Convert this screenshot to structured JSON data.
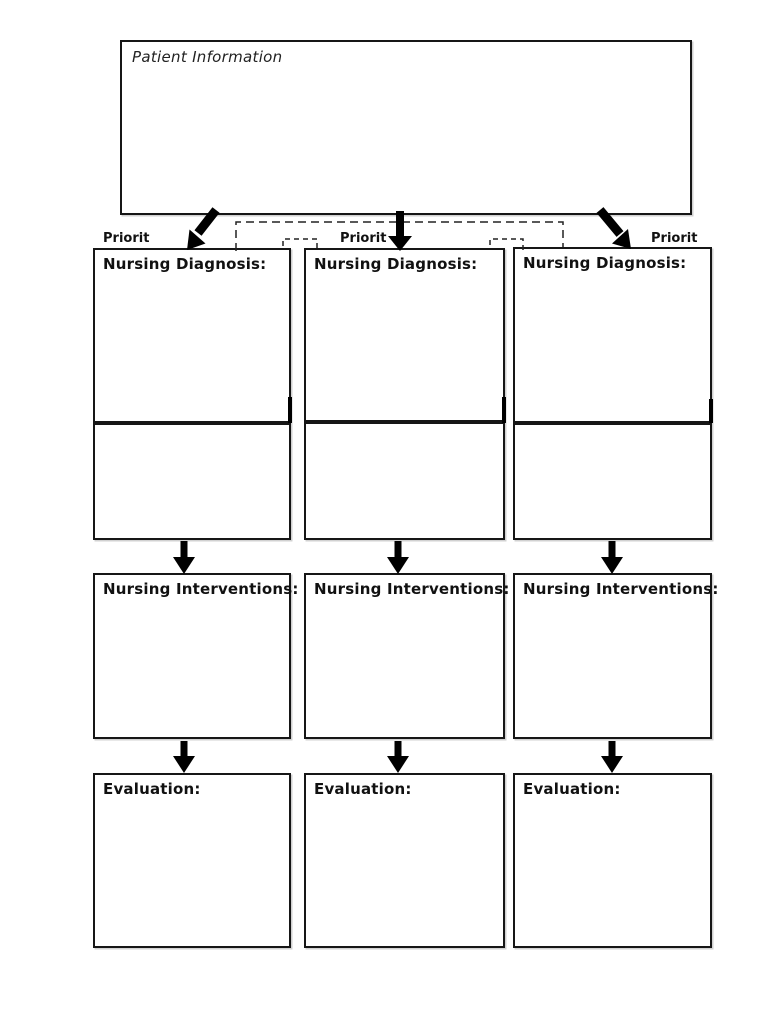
{
  "patient_info": {
    "label": "Patient Information"
  },
  "priority_labels": [
    "Priorit",
    "Priorit",
    "Priorit"
  ],
  "columns": [
    {
      "diagnosis_label": "Nursing Diagnosis:",
      "interventions_label": "Nursing Interventions:",
      "evaluation_label": "Evaluation:"
    },
    {
      "diagnosis_label": "Nursing Diagnosis:",
      "interventions_label": "Nursing Interventions:",
      "evaluation_label": "Evaluation:"
    },
    {
      "diagnosis_label": "Nursing Diagnosis:",
      "interventions_label": "Nursing Interventions:",
      "evaluation_label": "Evaluation:"
    }
  ],
  "colors": {
    "ink": "#000000",
    "border": "#161616",
    "background": "#ffffff"
  },
  "connectors": {
    "top_arrows": "three thick black arrows from Patient Information box to each Nursing Diagnosis box",
    "flow_arrows": "thick black down-arrows linking Diagnosis to Interventions to Evaluation in each column",
    "dashed_bracket": "dashed line bracket spanning between columns under Patient Information box",
    "dashed_staples": "two small dashed connector staples between adjacent Nursing Diagnosis boxes"
  }
}
